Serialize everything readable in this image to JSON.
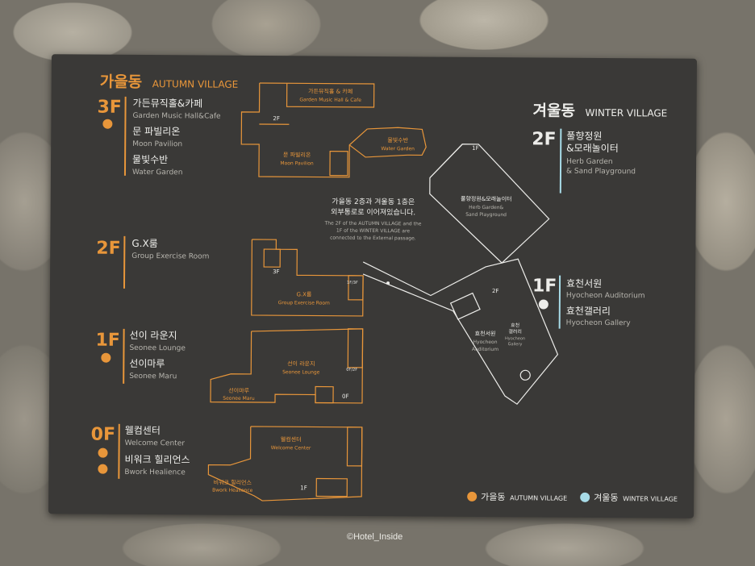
{
  "autumn": {
    "title_ko": "가을동",
    "title_en": "AUTUMN VILLAGE",
    "floors": [
      {
        "floor": "3F",
        "items": [
          {
            "ko": "가든뮤직홀&카페",
            "en": "Garden Music Hall&Cafe"
          },
          {
            "ko": "문 파빌리온",
            "en": "Moon Pavilion"
          },
          {
            "ko": "물빛수반",
            "en": "Water Garden"
          }
        ]
      },
      {
        "floor": "2F",
        "items": [
          {
            "ko": "G.X룸",
            "en": "Group Exercise Room"
          }
        ]
      },
      {
        "floor": "1F",
        "items": [
          {
            "ko": "선이 라운지",
            "en": "Seonee Lounge"
          },
          {
            "ko": "선이마루",
            "en": "Seonee Maru"
          }
        ]
      },
      {
        "floor": "0F",
        "items": [
          {
            "ko": "웰컴센터",
            "en": "Welcome Center"
          },
          {
            "ko": "비워크 힐리언스",
            "en": "Bwork Healience"
          }
        ]
      }
    ]
  },
  "winter": {
    "title_ko": "겨울동",
    "title_en": "WINTER VILLAGE",
    "floors": [
      {
        "floor": "2F",
        "items": [
          {
            "ko": "풀향정원\n&모래놀이터",
            "en": "Herb Garden\n& Sand Playground"
          }
        ]
      },
      {
        "floor": "1F",
        "items": [
          {
            "ko": "효천서원",
            "en": "Hyocheon Auditorium"
          },
          {
            "ko": "효천갤러리",
            "en": "Hyocheon Gallery"
          }
        ]
      }
    ]
  },
  "map": {
    "garden_music": {
      "ko": "가든뮤직홀 & 카페",
      "en": "Garden Music Hall & Cafe"
    },
    "moon": {
      "ko": "문 파빌리온",
      "en": "Moon Pavilion"
    },
    "water": {
      "ko": "물빛수반",
      "en": "Water Garden"
    },
    "herb": {
      "ko": "풀향정원&모래놀이터",
      "en1": "Herb Garden&",
      "en2": "Sand Playground"
    },
    "gx": {
      "ko": "G.X룸",
      "en": "Group Exercise Room"
    },
    "lounge": {
      "ko": "선이 라운지",
      "en": "Seonee Lounge"
    },
    "maru": {
      "ko": "선이마루",
      "en": "Seonee Maru"
    },
    "welcome": {
      "ko": "웰컴센터",
      "en": "Welcome Center"
    },
    "bwork": {
      "ko": "비워크 힐리언스",
      "en": "Bwork Healience"
    },
    "hyo_aud": {
      "ko": "효천서원",
      "en1": "Hyocheon",
      "en2": "Auditorium"
    },
    "hyo_gal": {
      "ko": "효천",
      "ko2": "갤러리",
      "en1": "Hyocheon",
      "en2": "Gallery"
    },
    "stairs": {
      "f2": "2F",
      "f3": "3F",
      "f1": "1F",
      "f0": "0F",
      "f1f3": "1F/3F",
      "f0f2": "0F/2F"
    },
    "note_ko1": "가을동 2층과 겨울동 1층은",
    "note_ko2": "외부통로로 이어져있습니다.",
    "note_en1": "The 2F of the AUTUMN VILLAGE and the",
    "note_en2": "1F of the WINTER VILLAGE are",
    "note_en3": "connected to the External passage."
  },
  "legend": {
    "autumn_ko": "가을동",
    "autumn_en": "AUTUMN VILLAGE",
    "winter_ko": "겨울동",
    "winter_en": "WINTER VILLAGE",
    "autumn_color": "#e8963a",
    "winter_color": "#a8dce8"
  },
  "colors": {
    "accent": "#e8963a",
    "board": "#3a3937",
    "text": "#ededea",
    "exit": "#3fbf5a"
  },
  "watermark": "©Hotel_Inside"
}
